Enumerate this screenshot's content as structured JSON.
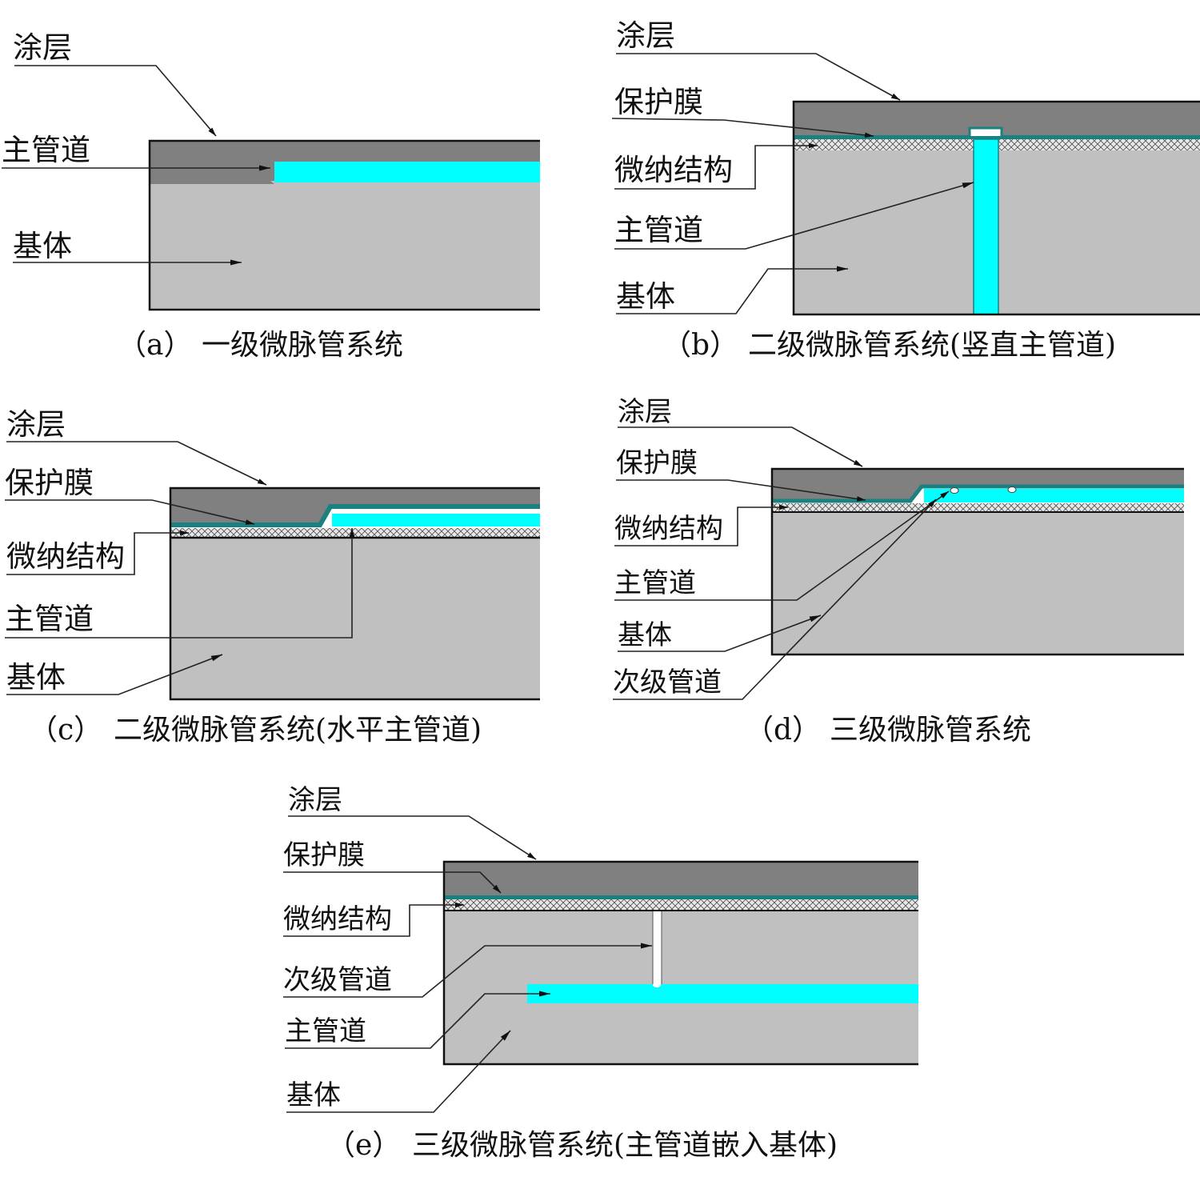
{
  "colors": {
    "coating": "#808080",
    "substrate": "#c0c0c0",
    "channel": "#00ffff",
    "membrane": "#1a8080",
    "micronano": "#e8e8e8",
    "outline": "#111111"
  },
  "panel_a": {
    "labels": {
      "coating": "涂层",
      "main_channel": "主管道",
      "substrate": "基体"
    },
    "caption": {
      "letter": "（a）",
      "text": "一级微脉管系统"
    }
  },
  "panel_b": {
    "labels": {
      "coating": "涂层",
      "membrane": "保护膜",
      "micronano": "微纳结构",
      "main_channel": "主管道",
      "substrate": "基体"
    },
    "caption": {
      "letter": "（b）",
      "text": "二级微脉管系统(竖直主管道)"
    }
  },
  "panel_c": {
    "labels": {
      "coating": "涂层",
      "membrane": "保护膜",
      "micronano": "微纳结构",
      "main_channel": "主管道",
      "substrate": "基体"
    },
    "caption": {
      "letter": "（c）",
      "text": "二级微脉管系统(水平主管道)"
    }
  },
  "panel_d": {
    "labels": {
      "coating": "涂层",
      "membrane": "保护膜",
      "micronano": "微纳结构",
      "main_channel": "主管道",
      "substrate": "基体",
      "secondary_channel": "次级管道"
    },
    "caption": {
      "letter": "（d）",
      "text": "三级微脉管系统"
    }
  },
  "panel_e": {
    "labels": {
      "coating": "涂层",
      "membrane": "保护膜",
      "micronano": "微纳结构",
      "secondary_channel": "次级管道",
      "main_channel": "主管道",
      "substrate": "基体"
    },
    "caption": {
      "letter": "（e）",
      "text": "三级微脉管系统(主管道嵌入基体)"
    }
  }
}
